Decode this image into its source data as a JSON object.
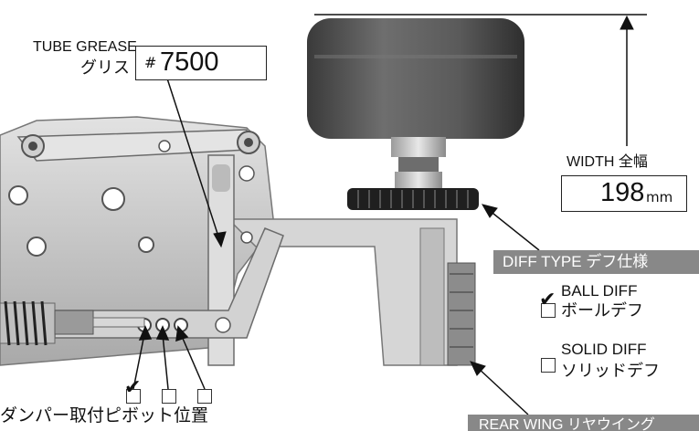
{
  "grease": {
    "label_en": "TUBE GREASE",
    "label_jp": "グリス",
    "hash": "#",
    "value": "7500"
  },
  "width": {
    "label": "WIDTH  全幅",
    "value": "198",
    "unit": "mm"
  },
  "diff_type": {
    "header": "DIFF TYPE デフ仕様",
    "options": [
      {
        "label_en": "BALL DIFF",
        "label_jp": "ボールデフ",
        "checked": true
      },
      {
        "label_en": "SOLID DIFF",
        "label_jp": "ソリッドデフ",
        "checked": false
      }
    ]
  },
  "damper": {
    "label": "ダンパー取付ピボット位置",
    "positions": [
      true,
      false,
      false
    ]
  },
  "rear_wing": {
    "label": "REAR WING リヤウイング"
  },
  "colors": {
    "header_bar": "#888888",
    "text": "#111111",
    "illustration_dark": "#555555",
    "illustration_light": "#c8c8c8"
  },
  "icons": [
    "check-icon",
    "empty-checkbox-icon",
    "arrow-icon"
  ]
}
